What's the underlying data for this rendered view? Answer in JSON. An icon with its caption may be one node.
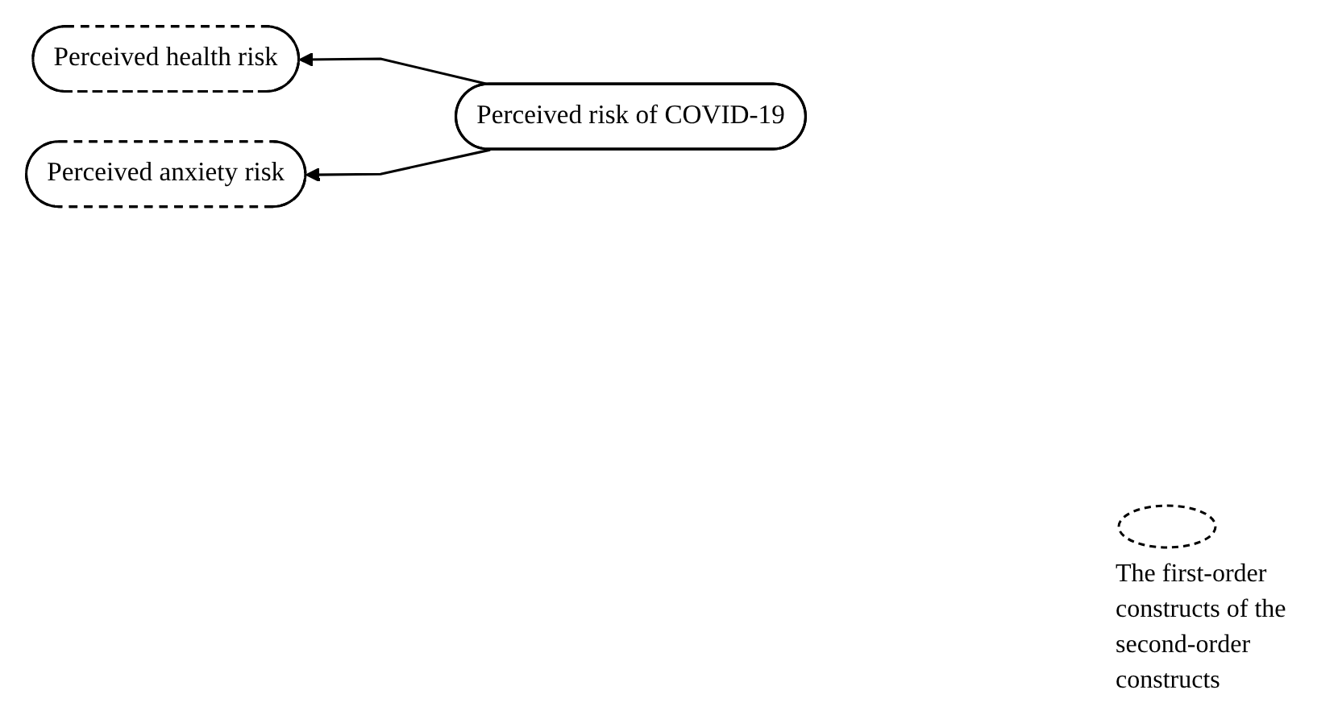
{
  "diagram": {
    "nodes": [
      {
        "text": [
          "Perceived health risk"
        ]
      },
      {
        "text": [
          "Perceived anxiety risk"
        ]
      },
      {
        "text": [
          "Perceived risk of COVID-19"
        ]
      }
    ],
    "edges": [
      {
        "from": 2,
        "to": 0,
        "arrow": "to"
      },
      {
        "from": 2,
        "to": 1,
        "arrow": "to"
      }
    ],
    "legend": [
      {
        "text": "The first-order constructs of the second-order constructs"
      }
    ]
  }
}
